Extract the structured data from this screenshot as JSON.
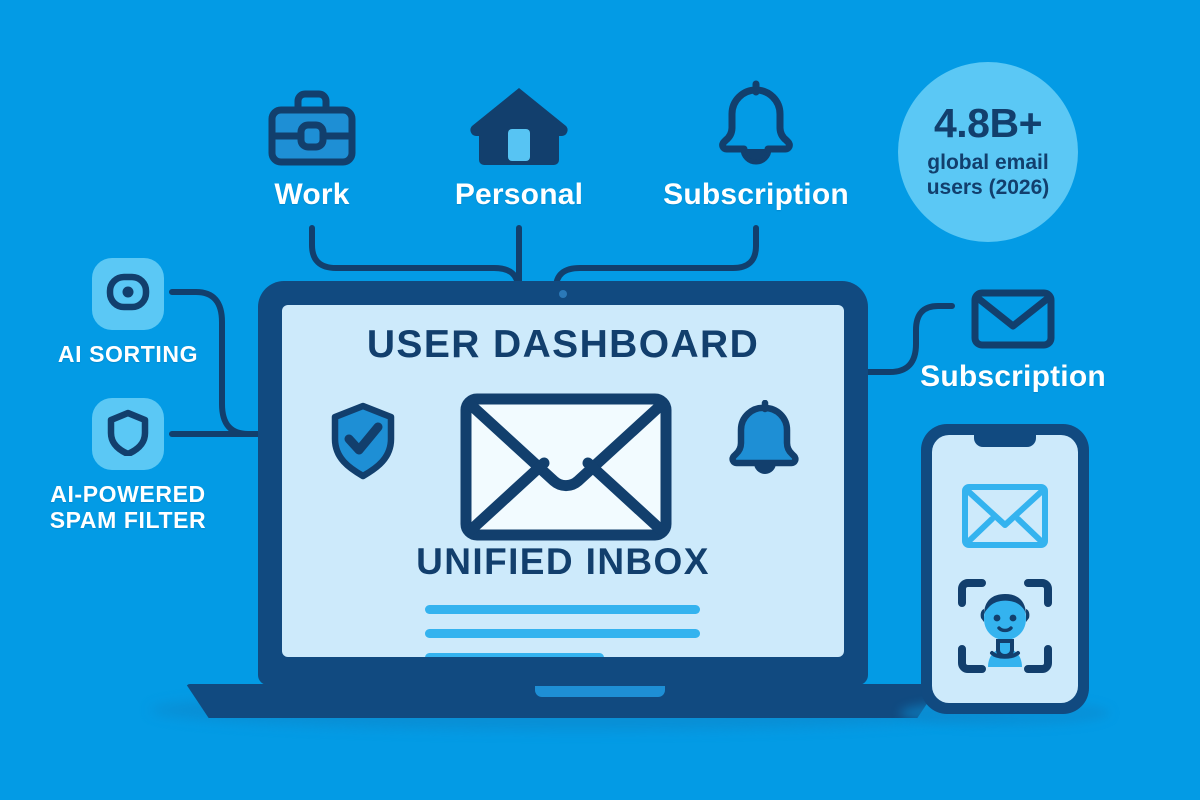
{
  "theme": {
    "background": "#039be5",
    "navy": "#123f6d",
    "navy_line": "#114a80",
    "tile_cyan": "#5bc8f5",
    "screen_light": "#cdeafb",
    "accent_blue": "#1e8fd5",
    "bar_blue": "#34b3ef",
    "white": "#ffffff"
  },
  "top_categories": [
    {
      "label": "Work",
      "icon": "briefcase-icon"
    },
    {
      "label": "Personal",
      "icon": "house-icon"
    },
    {
      "label": "Subscription",
      "icon": "bell-icon"
    }
  ],
  "side_features": [
    {
      "label": "AI SORTING",
      "icon": "eye-target-icon"
    },
    {
      "label": "AI-POWERED\nSPAM FILTER",
      "icon": "shield-icon"
    }
  ],
  "stat": {
    "value": "4.8B+",
    "caption": "global email\nusers (2026)"
  },
  "laptop": {
    "dashboard_title": "USER DASHBOARD",
    "inbox_title": "UNIFIED INBOX",
    "icons": [
      "shield-check-icon",
      "envelope-icon",
      "bell-icon"
    ],
    "placeholder_bars": [
      100,
      100,
      65
    ]
  },
  "right_feature": {
    "label": "Subscription",
    "icon": "envelope-outline-icon"
  },
  "phone": {
    "icons": [
      "envelope-outline-icon",
      "face-id-icon"
    ]
  }
}
